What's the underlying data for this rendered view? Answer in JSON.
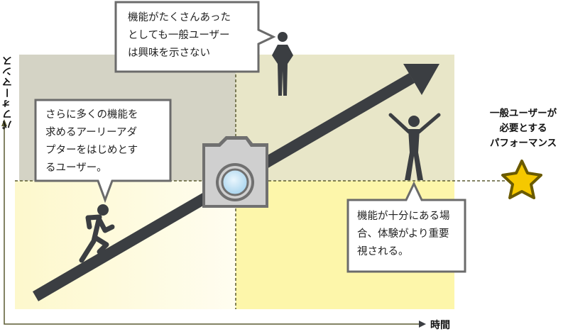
{
  "axes": {
    "y_label": "パフォーマンス",
    "x_label": "時間"
  },
  "callouts": {
    "top": [
      "機能がたくさんあった",
      "としても一般ユーザー",
      "は興味を示さない"
    ],
    "left": [
      "さらに多くの機能を",
      "求めるアーリーアダ",
      "プターをはじめとす",
      "るユーザー。"
    ],
    "right": [
      "機能が十分にある場",
      "合、体験がより重要",
      "視される。"
    ]
  },
  "target": [
    "一般ユーザーが",
    "必要とする",
    "パフォーマンス"
  ],
  "colors": {
    "quadrant_top_left": "#d4d3c5",
    "quadrant_top_right": "#e8e6c8",
    "quadrant_bottom_left": "#fefbdc",
    "quadrant_bottom_right": "#fdf6aa",
    "arrow": "#3b3e42",
    "axis": "#5a5a30",
    "star": "#f5c800"
  }
}
